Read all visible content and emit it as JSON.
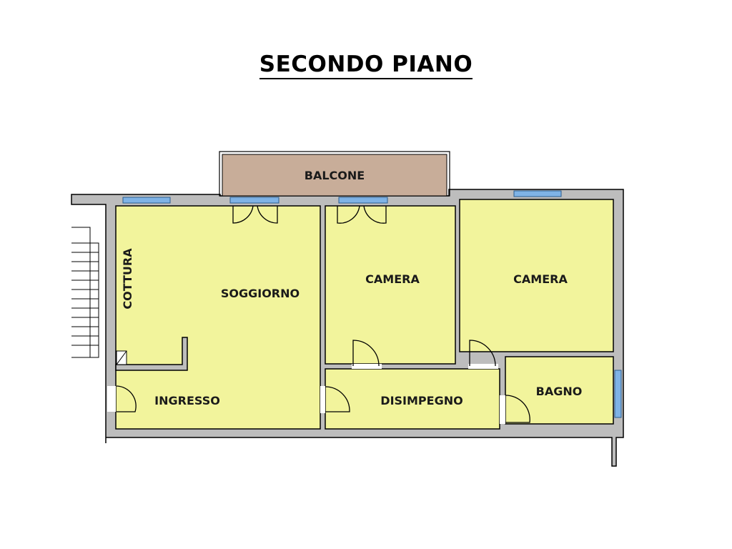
{
  "title": "SECONDO PIANO",
  "rooms": {
    "balcone": "BALCONE",
    "cottura": "COTTURA",
    "soggiorno": "SOGGIORNO",
    "camera1": "CAMERA",
    "camera2": "CAMERA",
    "bagno": "BAGNO",
    "ingresso": "INGRESSO",
    "disimpegno": "DISIMPEGNO"
  },
  "colors": {
    "room_fill": "#f2f49c",
    "balcony_fill": "#c8ad99",
    "wall": "#bdbdbd",
    "window": "#7fb3e6"
  }
}
